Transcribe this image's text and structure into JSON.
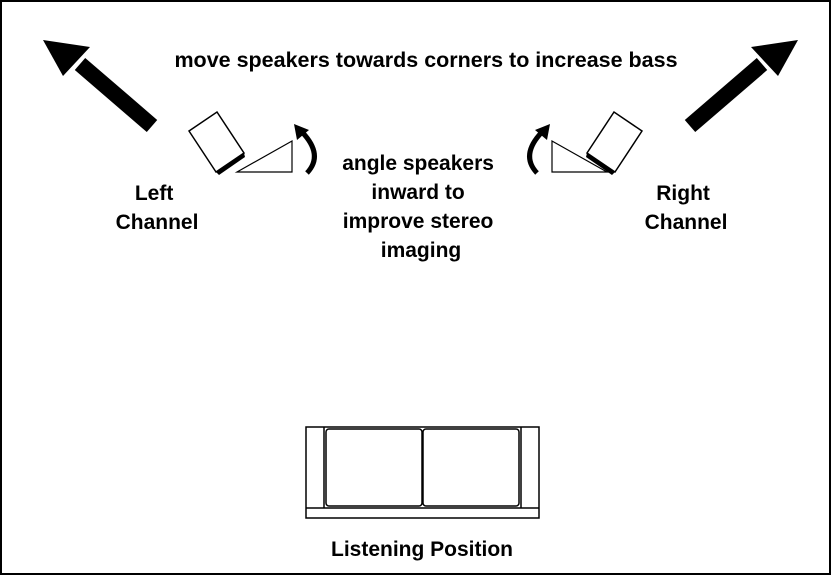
{
  "title": "move speakers towards corners to increase bass",
  "angle_note": [
    "angle speakers",
    "inward to",
    "improve stereo",
    "imaging"
  ],
  "left_channel": [
    "Left",
    "Channel"
  ],
  "right_channel": [
    "Right",
    "Channel"
  ],
  "listening_position": "Listening Position",
  "colors": {
    "ink": "#000000",
    "background": "#ffffff"
  },
  "icons": {
    "corner_arrows": "arrow-icon",
    "turn_arrows": "curved-arrow-icon",
    "speakers": "speaker-icon",
    "seat": "sofa-icon"
  }
}
